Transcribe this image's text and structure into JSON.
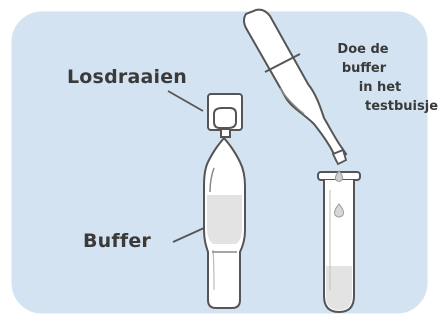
{
  "labels": {
    "open": "Losdraaien",
    "buffer": "Buffer"
  },
  "instruction": {
    "lines": [
      "Doe de",
      "buffer",
      "in het",
      "testbuisje"
    ]
  },
  "colors": {
    "panel_background": "#d3e3f1",
    "panel_border": "#ffffff",
    "outline": "#555555",
    "vial_glass": "#ffffff",
    "buffer_liquid": "#e3e3e3",
    "text": "#3a3a3a"
  },
  "icons": [
    "buffer-vial-icon",
    "test-tube-icon",
    "twist-cap-icon",
    "drop-icon"
  ]
}
